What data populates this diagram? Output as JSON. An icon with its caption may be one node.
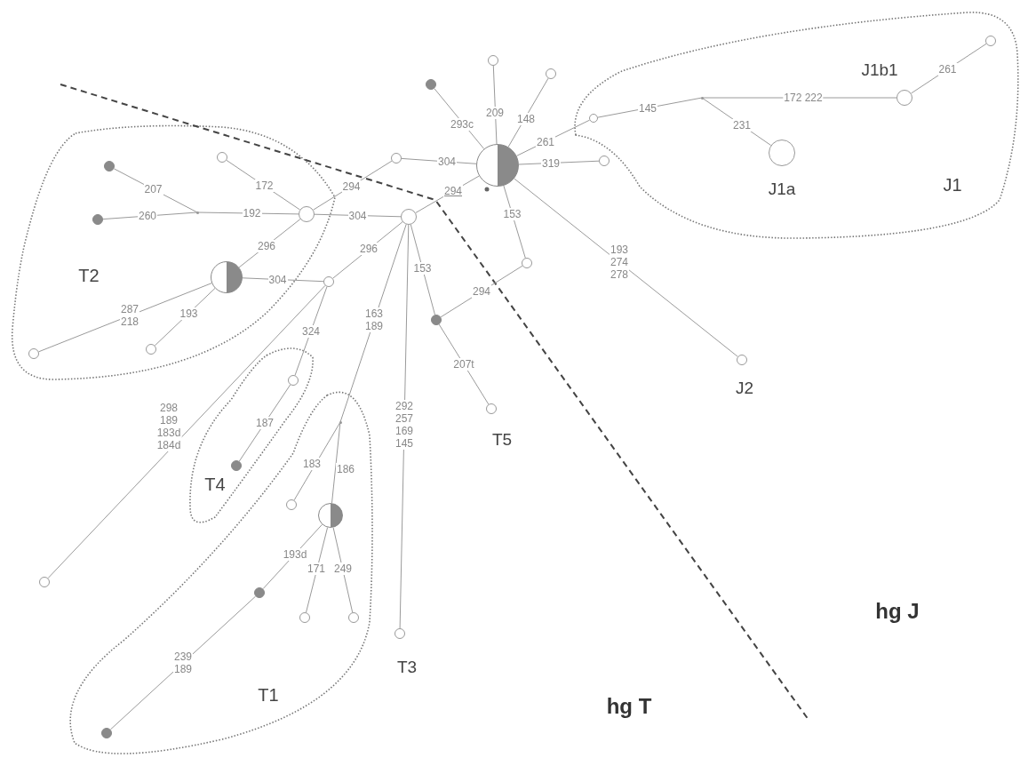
{
  "diagram": {
    "nodes": [
      {
        "text": [
          "T2"
        ]
      },
      {
        "text": [
          "J1"
        ]
      },
      {
        "text": [
          "T4"
        ]
      },
      {
        "text": [
          "T1"
        ]
      },
      {
        "text": [],
        "shape": "circle"
      },
      {
        "text": [],
        "shape": "circle"
      },
      {
        "text": [],
        "shape": "circle"
      },
      {
        "text": [],
        "shape": "circle"
      },
      {
        "text": [],
        "shape": "circle",
        "in": 1
      },
      {
        "text": [],
        "shape": "point",
        "in": 1
      },
      {
        "text": [],
        "shape": "circle",
        "in": 1,
        "beside": [
          "J1b1"
        ]
      },
      {
        "text": [],
        "shape": "circle",
        "in": 1,
        "beside": [
          "J1a"
        ]
      },
      {
        "text": [],
        "shape": "circle",
        "in": 1
      },
      {
        "text": [],
        "shape": "circle"
      },
      {
        "text": [],
        "shape": "circle"
      },
      {
        "text": [],
        "shape": "circle",
        "in": 0
      },
      {
        "text": [],
        "shape": "circle",
        "in": 0
      },
      {
        "text": [],
        "shape": "circle",
        "in": 0
      },
      {
        "text": [],
        "shape": "point",
        "in": 0
      },
      {
        "text": [],
        "shape": "circle",
        "in": 0
      },
      {
        "text": [],
        "shape": "circle"
      },
      {
        "text": [],
        "shape": "circle"
      },
      {
        "text": [],
        "shape": "circle",
        "in": 0
      },
      {
        "text": [],
        "shape": "circle"
      },
      {
        "text": [],
        "shape": "circle",
        "in": 0
      },
      {
        "text": [],
        "shape": "circle",
        "in": 0
      },
      {
        "text": [],
        "shape": "circle"
      },
      {
        "text": [],
        "shape": "circle",
        "beside": [
          "J2"
        ]
      },
      {
        "text": [],
        "shape": "circle",
        "in": 2
      },
      {
        "text": [],
        "shape": "circle",
        "beside": [
          "T5"
        ]
      },
      {
        "text": [],
        "shape": "point",
        "in": 3
      },
      {
        "text": [],
        "shape": "circle",
        "in": 2
      },
      {
        "text": [],
        "shape": "circle",
        "in": 3
      },
      {
        "text": [],
        "shape": "circle",
        "in": 3
      },
      {
        "text": [],
        "shape": "circle"
      },
      {
        "text": [],
        "shape": "circle",
        "in": 3
      },
      {
        "text": [],
        "shape": "circle",
        "in": 3
      },
      {
        "text": [],
        "shape": "circle",
        "in": 3
      },
      {
        "text": [],
        "shape": "circle",
        "beside": [
          "T3"
        ]
      },
      {
        "text": [],
        "shape": "circle",
        "in": 3
      }
    ],
    "edges": [
      {
        "from": 4,
        "to": 5,
        "arrow": "none",
        "label": "293c"
      },
      {
        "from": 4,
        "to": 6,
        "arrow": "none",
        "label": "209"
      },
      {
        "from": 4,
        "to": 7,
        "arrow": "none",
        "label": "148"
      },
      {
        "from": 4,
        "to": 8,
        "arrow": "none",
        "label": "261"
      },
      {
        "from": 8,
        "to": 9,
        "arrow": "none",
        "label": "145"
      },
      {
        "from": 9,
        "to": 10,
        "arrow": "none",
        "label": "172 222"
      },
      {
        "from": 9,
        "to": 11,
        "arrow": "none",
        "label": "231"
      },
      {
        "from": 10,
        "to": 12,
        "arrow": "none",
        "label": "261"
      },
      {
        "from": 4,
        "to": 13,
        "arrow": "none",
        "label": "319"
      },
      {
        "from": 4,
        "to": 14,
        "arrow": "none",
        "label": "304"
      },
      {
        "from": 14,
        "to": 15,
        "arrow": "none",
        "label": "294"
      },
      {
        "from": 15,
        "to": 20,
        "arrow": "none",
        "label": "304"
      },
      {
        "from": 4,
        "to": 20,
        "arrow": "none",
        "label": "294"
      },
      {
        "from": 16,
        "to": 15,
        "arrow": "none",
        "label": "172"
      },
      {
        "from": 17,
        "to": 18,
        "arrow": "none",
        "label": "207"
      },
      {
        "from": 19,
        "to": 18,
        "arrow": "none",
        "label": "260"
      },
      {
        "from": 18,
        "to": 15,
        "arrow": "none",
        "label": "192"
      },
      {
        "from": 15,
        "to": 22,
        "arrow": "none",
        "label": "296"
      },
      {
        "from": 22,
        "to": 23,
        "arrow": "none",
        "label": "304"
      },
      {
        "from": 22,
        "to": 24,
        "arrow": "none",
        "label": "287 218"
      },
      {
        "from": 22,
        "to": 25,
        "arrow": "none",
        "label": "193"
      },
      {
        "from": 20,
        "to": 23,
        "arrow": "none",
        "label": "296"
      },
      {
        "from": 23,
        "to": 28,
        "arrow": "none",
        "label": "324"
      },
      {
        "from": 28,
        "to": 31,
        "arrow": "none",
        "label": "187"
      },
      {
        "from": 23,
        "to": 34,
        "arrow": "none",
        "label": "298 189 183d 184d"
      },
      {
        "from": 20,
        "to": 30,
        "arrow": "none",
        "label": "163 189"
      },
      {
        "from": 30,
        "to": 32,
        "arrow": "none",
        "label": "183"
      },
      {
        "from": 30,
        "to": 33,
        "arrow": "none",
        "label": "186"
      },
      {
        "from": 33,
        "to": 36,
        "arrow": "none",
        "label": "171"
      },
      {
        "from": 33,
        "to": 37,
        "arrow": "none",
        "label": "249"
      },
      {
        "from": 33,
        "to": 35,
        "arrow": "none",
        "label": "193d"
      },
      {
        "from": 35,
        "to": 39,
        "arrow": "none",
        "label": "239 189"
      },
      {
        "from": 20,
        "to": 38,
        "arrow": "none",
        "label": "292 257 169 145"
      },
      {
        "from": 20,
        "to": 26,
        "arrow": "none",
        "label": "153"
      },
      {
        "from": 26,
        "to": 21,
        "arrow": "none",
        "label": "294"
      },
      {
        "from": 21,
        "to": 4,
        "arrow": "none",
        "label": "153"
      },
      {
        "from": 26,
        "to": 29,
        "arrow": "none",
        "label": "207t"
      },
      {
        "from": 4,
        "to": 27,
        "arrow": "none",
        "label": "193 274 278"
      }
    ],
    "labels": [
      "hg J",
      "hg T"
    ]
  }
}
